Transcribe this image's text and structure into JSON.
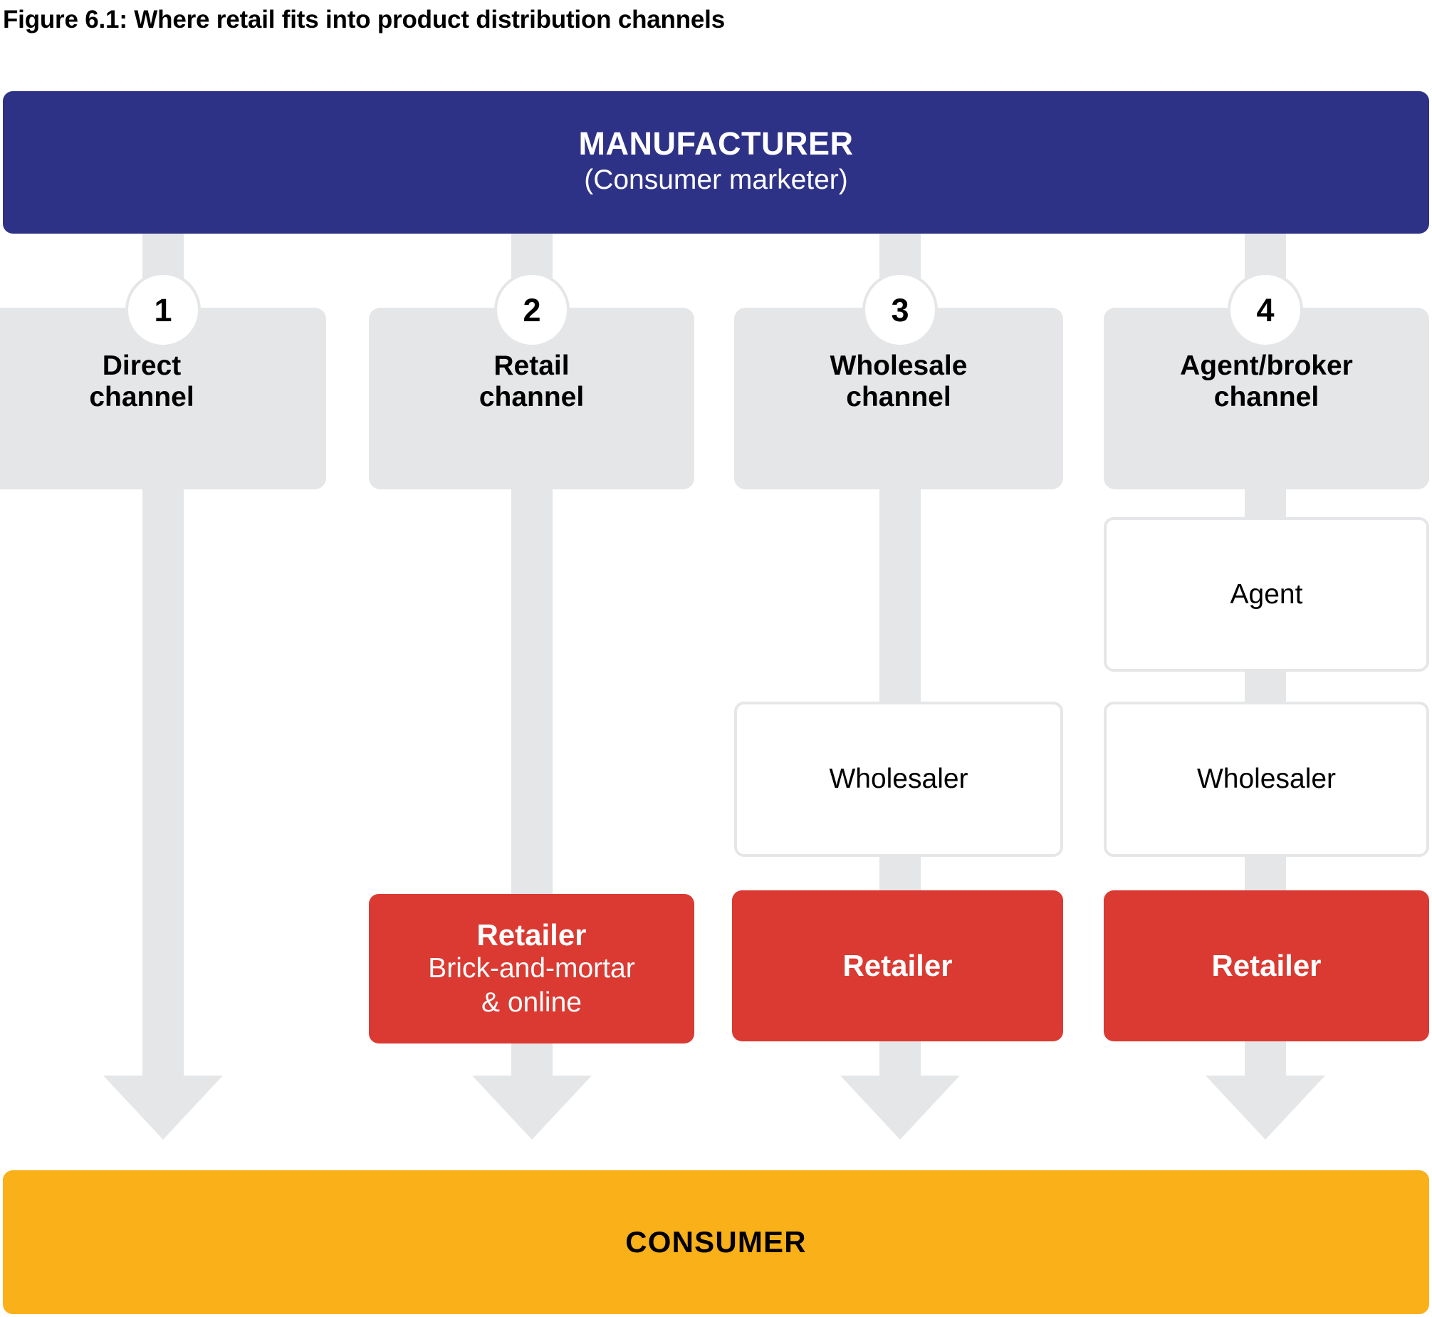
{
  "figure": {
    "title": "Figure 6.1: Where retail fits into product distribution channels"
  },
  "colors": {
    "manufacturer_navy": "#2e3287",
    "consumer_amber": "#f9b019",
    "retailer_red": "#da3a32",
    "channel_grey": "#e5e6e8",
    "arrow_grey": "#e5e6e8",
    "text_dark": "#000000",
    "text_light": "#ffffff"
  },
  "top_node": {
    "title": "MANUFACTURER",
    "subtitle": "(Consumer marketer)"
  },
  "bottom_node": {
    "title": "CONSUMER"
  },
  "channels": [
    {
      "number": "1",
      "label": "Direct\nchannel",
      "intermediaries": [],
      "retailer": null
    },
    {
      "number": "2",
      "label": "Retail\nchannel",
      "intermediaries": [],
      "retailer": {
        "title": "Retailer",
        "subtitle": "Brick-and-mortar\n& online"
      }
    },
    {
      "number": "3",
      "label": "Wholesale\nchannel",
      "intermediaries": [
        {
          "label": "Wholesaler"
        }
      ],
      "retailer": {
        "title": "Retailer",
        "subtitle": ""
      }
    },
    {
      "number": "4",
      "label": "Agent/broker\nchannel",
      "intermediaries": [
        {
          "label": "Agent"
        },
        {
          "label": "Wholesaler"
        }
      ],
      "retailer": {
        "title": "Retailer",
        "subtitle": ""
      }
    }
  ]
}
